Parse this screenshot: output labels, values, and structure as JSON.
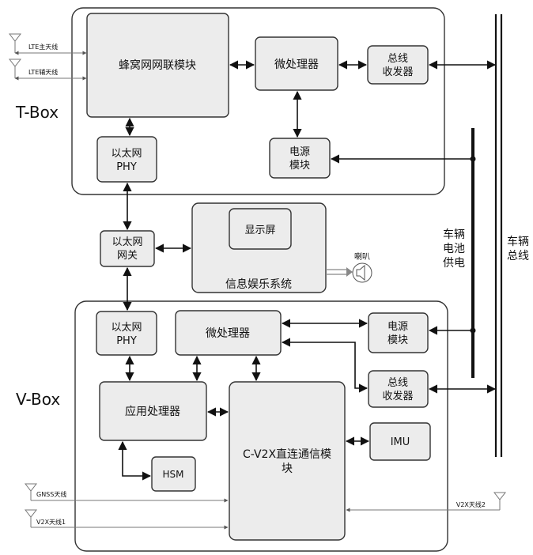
{
  "tbox": {
    "label": "T-Box",
    "cellular": "蜂窝网网联模块",
    "mcu": "微处理器",
    "bus_trx": [
      "总线",
      "收发器"
    ],
    "eth_phy": [
      "以太网",
      "PHY"
    ],
    "power": [
      "电源",
      "模块"
    ],
    "lte_main": "LTE主天线",
    "lte_aux": "LTE辅天线"
  },
  "middle": {
    "gateway": [
      "以太网",
      "网关"
    ],
    "display": "显示屏",
    "infotainment": "信息娱乐系统",
    "speaker": "喇叭"
  },
  "vbox": {
    "label": "V-Box",
    "eth_phy": [
      "以太网",
      "PHY"
    ],
    "mcu": "微处理器",
    "power": [
      "电源",
      "模块"
    ],
    "bus_trx": [
      "总线",
      "收发器"
    ],
    "app_proc": "应用处理器",
    "cv2x": [
      "C-V2X直连通信模",
      "块"
    ],
    "imu": "IMU",
    "hsm": "HSM",
    "gnss": "GNSS天线",
    "v2x1": "V2X天线1",
    "v2x2": "V2X天线2"
  },
  "right": {
    "battery": [
      "车辆",
      "电池",
      "供电"
    ],
    "bus": [
      "车辆",
      "总线"
    ]
  }
}
